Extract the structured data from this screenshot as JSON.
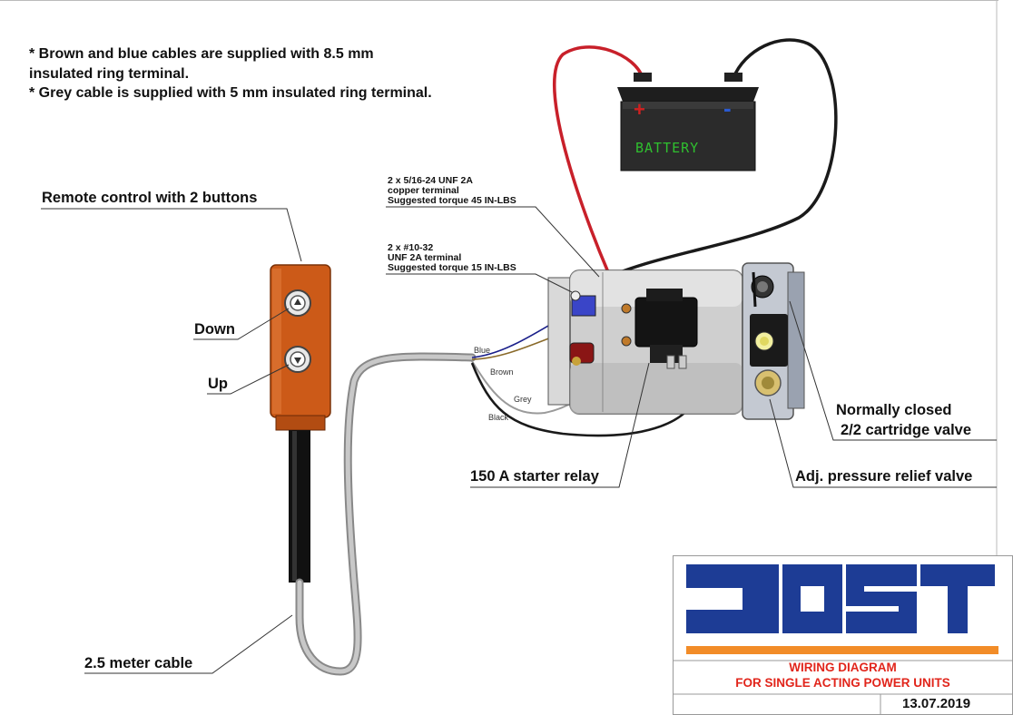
{
  "notes": [
    "* Brown and blue cables are supplied with 8.5 mm",
    "insulated ring terminal.",
    "* Grey cable is supplied with 5 mm insulated ring terminal."
  ],
  "labels": {
    "remote_control": "Remote control with 2 buttons",
    "down": "Down",
    "up": "Up",
    "cable": "2.5 meter cable",
    "starter_relay": "150 A starter relay",
    "normally_closed_line1": "Normally closed",
    "normally_closed_line2": "2/2 cartridge valve",
    "relief_valve": "Adj. pressure relief valve"
  },
  "terminals": {
    "copper": [
      "2 x 5/16-24 UNF 2A",
      "copper terminal",
      "Suggested torque 45 IN-LBS"
    ],
    "unf": [
      "2 x #10-32",
      "UNF 2A terminal",
      "Suggested torque 15 IN-LBS"
    ]
  },
  "wires": {
    "blue": "Blue",
    "brown": "Brown",
    "grey": "Grey",
    "black": "Black"
  },
  "battery": {
    "label": "BATTERY",
    "plus": "+",
    "minus": "-"
  },
  "title_block": {
    "logo_text": "JOST",
    "title_line1": "WIRING DIAGRAM",
    "title_line2": "FOR SINGLE ACTING POWER UNITS",
    "date": "13.07.2019"
  },
  "colors": {
    "red_wire": "#c8202a",
    "black_wire": "#1a1a1a",
    "blue_wire": "#1a1f8a",
    "brown_wire": "#8a6a2a",
    "grey_wire": "#9a9a9a",
    "remote_orange": "#cc5a18",
    "battery_green": "#2fbf2f",
    "logo_blue": "#1d3c95",
    "accent_orange": "#f28c28",
    "title_red": "#e1251b"
  }
}
